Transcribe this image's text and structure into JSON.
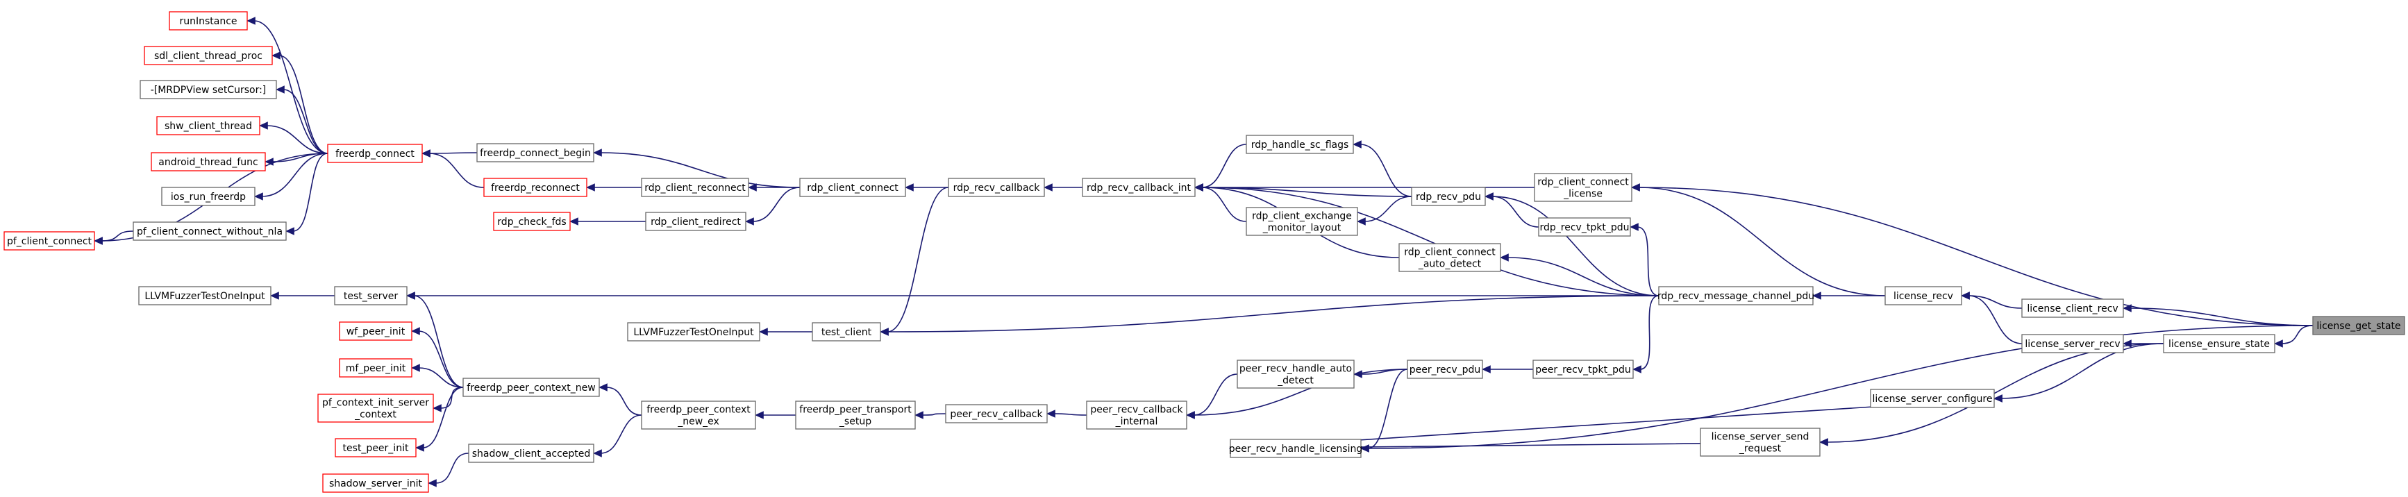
{
  "graph": {
    "nodes": [
      {
        "id": "runInstance",
        "lines": [
          "runInstance"
        ],
        "border": "red"
      },
      {
        "id": "sdl_client_thread_proc",
        "lines": [
          "sdl_client_thread_proc"
        ],
        "border": "red"
      },
      {
        "id": "mrdpview_setcursor",
        "lines": [
          "-[MRDPView setCursor:]"
        ],
        "border": "black"
      },
      {
        "id": "shw_client_thread",
        "lines": [
          "shw_client_thread"
        ],
        "border": "red"
      },
      {
        "id": "android_thread_func",
        "lines": [
          "android_thread_func"
        ],
        "border": "red"
      },
      {
        "id": "ios_run_freerdp",
        "lines": [
          "ios_run_freerdp"
        ],
        "border": "black"
      },
      {
        "id": "pf_client_connect_without_nla",
        "lines": [
          "pf_client_connect_without_nla"
        ],
        "border": "black"
      },
      {
        "id": "pf_client_connect",
        "lines": [
          "pf_client_connect"
        ],
        "border": "red"
      },
      {
        "id": "freerdp_connect",
        "lines": [
          "freerdp_connect"
        ],
        "border": "red"
      },
      {
        "id": "freerdp_connect_begin",
        "lines": [
          "freerdp_connect_begin"
        ],
        "border": "black"
      },
      {
        "id": "freerdp_reconnect",
        "lines": [
          "freerdp_reconnect"
        ],
        "border": "red"
      },
      {
        "id": "rdp_client_reconnect",
        "lines": [
          "rdp_client_reconnect"
        ],
        "border": "black"
      },
      {
        "id": "rdp_check_fds",
        "lines": [
          "rdp_check_fds"
        ],
        "border": "red"
      },
      {
        "id": "rdp_client_redirect",
        "lines": [
          "rdp_client_redirect"
        ],
        "border": "black"
      },
      {
        "id": "rdp_client_connect",
        "lines": [
          "rdp_client_connect"
        ],
        "border": "black"
      },
      {
        "id": "rdp_recv_callback",
        "lines": [
          "rdp_recv_callback"
        ],
        "border": "black"
      },
      {
        "id": "rdp_recv_callback_int",
        "lines": [
          "rdp_recv_callback_int"
        ],
        "border": "black"
      },
      {
        "id": "rdp_handle_sc_flags",
        "lines": [
          "rdp_handle_sc_flags"
        ],
        "border": "black"
      },
      {
        "id": "rdp_client_exchange_monitor_layout",
        "lines": [
          "rdp_client_exchange",
          "_monitor_layout"
        ],
        "border": "black"
      },
      {
        "id": "rdp_recv_pdu",
        "lines": [
          "rdp_recv_pdu"
        ],
        "border": "black"
      },
      {
        "id": "rdp_client_connect_license",
        "lines": [
          "rdp_client_connect",
          "_license"
        ],
        "border": "black"
      },
      {
        "id": "rdp_recv_tpkt_pdu",
        "lines": [
          "rdp_recv_tpkt_pdu"
        ],
        "border": "black"
      },
      {
        "id": "rdp_client_connect_auto_detect",
        "lines": [
          "rdp_client_connect",
          "_auto_detect"
        ],
        "border": "black"
      },
      {
        "id": "llvm_fuzzer_1",
        "lines": [
          "LLVMFuzzerTestOneInput"
        ],
        "border": "black"
      },
      {
        "id": "test_server",
        "lines": [
          "test_server"
        ],
        "border": "black"
      },
      {
        "id": "llvm_fuzzer_2",
        "lines": [
          "LLVMFuzzerTestOneInput"
        ],
        "border": "black"
      },
      {
        "id": "test_client",
        "lines": [
          "test_client"
        ],
        "border": "black"
      },
      {
        "id": "rdp_recv_message_channel_pdu",
        "lines": [
          "rdp_recv_message_channel_pdu"
        ],
        "border": "black"
      },
      {
        "id": "license_recv",
        "lines": [
          "license_recv"
        ],
        "border": "black"
      },
      {
        "id": "license_client_recv",
        "lines": [
          "license_client_recv"
        ],
        "border": "black"
      },
      {
        "id": "license_server_recv",
        "lines": [
          "license_server_recv"
        ],
        "border": "black"
      },
      {
        "id": "license_ensure_state",
        "lines": [
          "license_ensure_state"
        ],
        "border": "black"
      },
      {
        "id": "license_get_state",
        "lines": [
          "license_get_state"
        ],
        "border": "root"
      },
      {
        "id": "wf_peer_init",
        "lines": [
          "wf_peer_init"
        ],
        "border": "red"
      },
      {
        "id": "mf_peer_init",
        "lines": [
          "mf_peer_init"
        ],
        "border": "red"
      },
      {
        "id": "pf_context_init_server_context",
        "lines": [
          "pf_context_init_server",
          "_context"
        ],
        "border": "red"
      },
      {
        "id": "test_peer_init",
        "lines": [
          "test_peer_init"
        ],
        "border": "red"
      },
      {
        "id": "shadow_server_init",
        "lines": [
          "shadow_server_init"
        ],
        "border": "red"
      },
      {
        "id": "shadow_client_accepted",
        "lines": [
          "shadow_client_accepted"
        ],
        "border": "black"
      },
      {
        "id": "freerdp_peer_context_new",
        "lines": [
          "freerdp_peer_context_new"
        ],
        "border": "black"
      },
      {
        "id": "freerdp_peer_context_new_ex",
        "lines": [
          "freerdp_peer_context",
          "_new_ex"
        ],
        "border": "black"
      },
      {
        "id": "freerdp_peer_transport_setup",
        "lines": [
          "freerdp_peer_transport",
          "_setup"
        ],
        "border": "black"
      },
      {
        "id": "peer_recv_callback",
        "lines": [
          "peer_recv_callback"
        ],
        "border": "black"
      },
      {
        "id": "peer_recv_callback_internal",
        "lines": [
          "peer_recv_callback",
          "_internal"
        ],
        "border": "black"
      },
      {
        "id": "peer_recv_handle_auto_detect",
        "lines": [
          "peer_recv_handle_auto",
          "_detect"
        ],
        "border": "black"
      },
      {
        "id": "peer_recv_handle_licensing",
        "lines": [
          "peer_recv_handle_licensing"
        ],
        "border": "black"
      },
      {
        "id": "peer_recv_pdu",
        "lines": [
          "peer_recv_pdu"
        ],
        "border": "black"
      },
      {
        "id": "peer_recv_tpkt_pdu",
        "lines": [
          "peer_recv_tpkt_pdu"
        ],
        "border": "black"
      },
      {
        "id": "license_server_configure",
        "lines": [
          "license_server_configure"
        ],
        "border": "black"
      },
      {
        "id": "license_server_send_request",
        "lines": [
          "license_server_send",
          "_request"
        ],
        "border": "black"
      }
    ],
    "edges": [
      [
        "license_client_recv",
        "license_get_state"
      ],
      [
        "license_ensure_state",
        "license_get_state"
      ],
      [
        "rdp_client_connect_license",
        "license_get_state"
      ],
      [
        "peer_recv_handle_licensing",
        "license_get_state"
      ],
      [
        "license_recv",
        "license_client_recv"
      ],
      [
        "license_recv",
        "license_server_recv"
      ],
      [
        "license_server_recv",
        "license_ensure_state"
      ],
      [
        "license_server_configure",
        "license_ensure_state"
      ],
      [
        "license_server_send_request",
        "license_ensure_state"
      ],
      [
        "rdp_recv_message_channel_pdu",
        "license_recv"
      ],
      [
        "rdp_client_connect_license",
        "license_recv"
      ],
      [
        "test_server",
        "rdp_recv_message_channel_pdu"
      ],
      [
        "test_client",
        "rdp_recv_message_channel_pdu"
      ],
      [
        "rdp_recv_tpkt_pdu",
        "rdp_recv_message_channel_pdu"
      ],
      [
        "peer_recv_tpkt_pdu",
        "rdp_recv_message_channel_pdu"
      ],
      [
        "rdp_client_connect_auto_detect",
        "rdp_recv_message_channel_pdu"
      ],
      [
        "rdp_recv_callback_int",
        "rdp_recv_message_channel_pdu"
      ],
      [
        "rdp_recv_pdu",
        "rdp_recv_message_channel_pdu"
      ],
      [
        "rdp_recv_callback_int",
        "rdp_client_connect_license"
      ],
      [
        "rdp_recv_callback_int",
        "rdp_client_connect_auto_detect"
      ],
      [
        "rdp_recv_pdu",
        "rdp_recv_tpkt_pdu"
      ],
      [
        "rdp_recv_callback_int",
        "rdp_recv_pdu"
      ],
      [
        "rdp_handle_sc_flags",
        "rdp_recv_pdu"
      ],
      [
        "rdp_client_exchange_monitor_layout",
        "rdp_recv_pdu"
      ],
      [
        "rdp_recv_callback_int",
        "rdp_handle_sc_flags"
      ],
      [
        "rdp_recv_callback_int",
        "rdp_client_exchange_monitor_layout"
      ],
      [
        "rdp_recv_callback",
        "rdp_recv_callback_int"
      ],
      [
        "rdp_client_connect",
        "rdp_recv_callback"
      ],
      [
        "test_client",
        "rdp_recv_callback"
      ],
      [
        "freerdp_connect_begin",
        "rdp_client_connect"
      ],
      [
        "rdp_client_reconnect",
        "rdp_client_connect"
      ],
      [
        "rdp_client_redirect",
        "rdp_client_connect"
      ],
      [
        "freerdp_connect",
        "freerdp_connect_begin"
      ],
      [
        "freerdp_connect",
        "freerdp_reconnect"
      ],
      [
        "freerdp_reconnect",
        "rdp_client_reconnect"
      ],
      [
        "rdp_check_fds",
        "rdp_client_redirect"
      ],
      [
        "runInstance",
        "freerdp_connect"
      ],
      [
        "sdl_client_thread_proc",
        "freerdp_connect"
      ],
      [
        "mrdpview_setcursor",
        "freerdp_connect"
      ],
      [
        "shw_client_thread",
        "freerdp_connect"
      ],
      [
        "android_thread_func",
        "freerdp_connect"
      ],
      [
        "ios_run_freerdp",
        "freerdp_connect"
      ],
      [
        "pf_client_connect_without_nla",
        "freerdp_connect"
      ],
      [
        "pf_client_connect",
        "freerdp_connect"
      ],
      [
        "pf_client_connect",
        "pf_client_connect_without_nla"
      ],
      [
        "llvm_fuzzer_1",
        "test_server"
      ],
      [
        "llvm_fuzzer_2",
        "test_client"
      ],
      [
        "test_server",
        "freerdp_peer_context_new"
      ],
      [
        "wf_peer_init",
        "freerdp_peer_context_new"
      ],
      [
        "mf_peer_init",
        "freerdp_peer_context_new"
      ],
      [
        "pf_context_init_server_context",
        "freerdp_peer_context_new"
      ],
      [
        "test_peer_init",
        "freerdp_peer_context_new"
      ],
      [
        "freerdp_peer_context_new",
        "freerdp_peer_context_new_ex"
      ],
      [
        "shadow_client_accepted",
        "freerdp_peer_context_new_ex"
      ],
      [
        "shadow_server_init",
        "shadow_client_accepted"
      ],
      [
        "freerdp_peer_context_new_ex",
        "freerdp_peer_transport_setup"
      ],
      [
        "freerdp_peer_transport_setup",
        "peer_recv_callback"
      ],
      [
        "peer_recv_callback",
        "peer_recv_callback_internal"
      ],
      [
        "peer_recv_callback_internal",
        "peer_recv_handle_auto_detect"
      ],
      [
        "peer_recv_callback_internal",
        "peer_recv_pdu"
      ],
      [
        "peer_recv_handle_auto_detect",
        "peer_recv_pdu"
      ],
      [
        "peer_recv_handle_licensing",
        "peer_recv_pdu"
      ],
      [
        "peer_recv_pdu",
        "peer_recv_tpkt_pdu"
      ],
      [
        "license_server_configure",
        "peer_recv_handle_licensing"
      ],
      [
        "license_server_send_request",
        "peer_recv_handle_licensing"
      ]
    ]
  }
}
